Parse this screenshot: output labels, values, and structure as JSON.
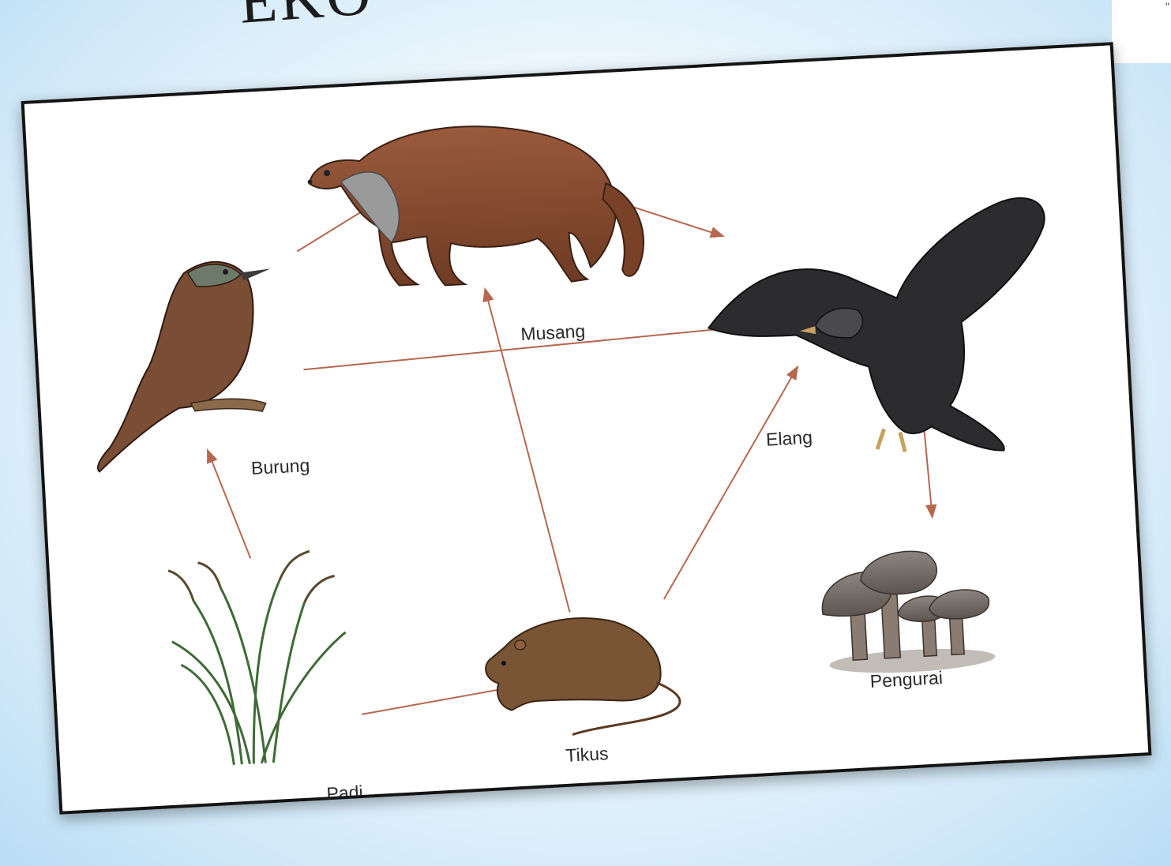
{
  "slide": {
    "title_fragment": "EKO",
    "corner_fragment": "\""
  },
  "food_web": {
    "organisms": {
      "musang": "Musang",
      "burung": "Burung",
      "elang": "Elang",
      "padi": "Padi",
      "tikus": "Tikus",
      "pengurai": "Pengurai"
    },
    "links": [
      [
        "Burung",
        "Musang"
      ],
      [
        "Musang",
        "Elang"
      ],
      [
        "Burung",
        "Elang"
      ],
      [
        "Padi",
        "Burung"
      ],
      [
        "Padi",
        "Tikus"
      ],
      [
        "Tikus",
        "Musang"
      ],
      [
        "Tikus",
        "Elang"
      ],
      [
        "Elang",
        "Pengurai"
      ]
    ],
    "colors": {
      "arrow": "#b5684f",
      "card_border": "#141414"
    }
  }
}
